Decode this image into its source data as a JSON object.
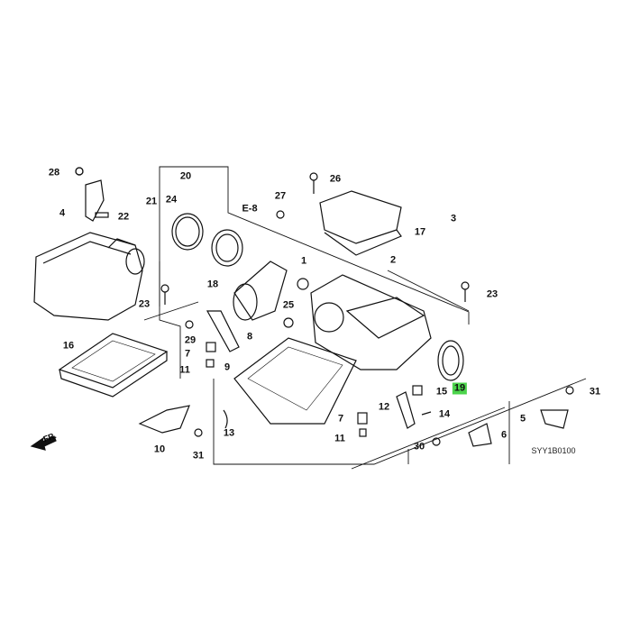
{
  "diagram": {
    "labels": [
      "28",
      "21",
      "22",
      "4",
      "20",
      "24",
      "27",
      "E-8",
      "26",
      "3",
      "17",
      "2",
      "1",
      "18",
      "8",
      "23",
      "23",
      "25",
      "29",
      "7",
      "9",
      "11",
      "16",
      "13",
      "10",
      "31",
      "15",
      "19",
      "12",
      "14",
      "7",
      "11",
      "30",
      "6",
      "5",
      "31"
    ],
    "highlighted_label": "19",
    "highlight_color": "#4cd44c",
    "diagram_code": "SYY1B0100",
    "direction_marker": "FR."
  }
}
